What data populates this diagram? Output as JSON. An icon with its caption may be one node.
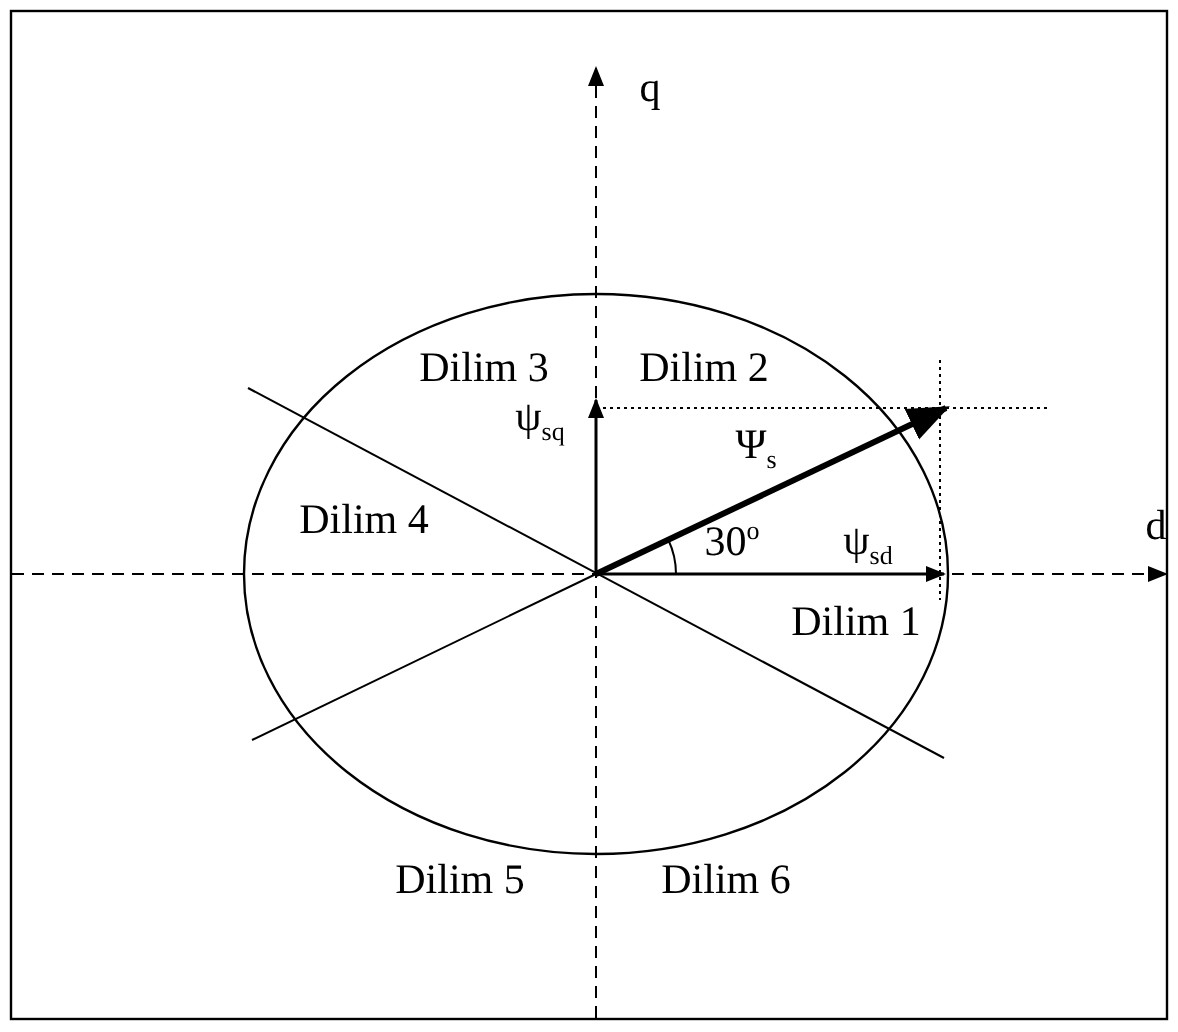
{
  "diagram": {
    "labels": [
      "q",
      "Dilim 3",
      "Dilim 2",
      "ψ$_{sq}$",
      "Ψ$_{s}$",
      "Dilim 4",
      "d",
      "30$^{o}$",
      "ψ$_{sd}$",
      "Dilim 1",
      "Dilim 5",
      "Dilim 6"
    ]
  }
}
